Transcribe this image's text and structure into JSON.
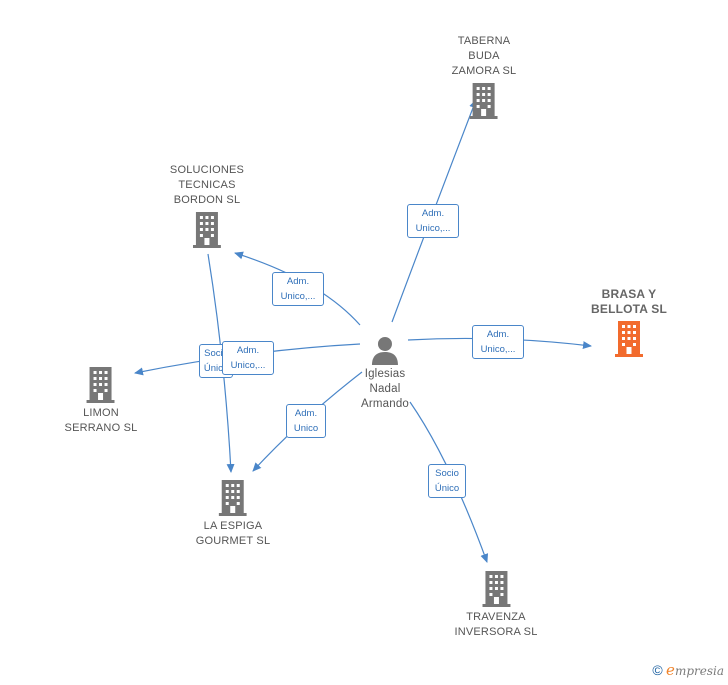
{
  "colors": {
    "edge": "#4a86c9",
    "building": "#777777",
    "main_building": "#f26b2d"
  },
  "center": {
    "name": "Iglesias\nNadal\nArmando",
    "icon": "person-icon"
  },
  "companies": [
    {
      "id": "taberna",
      "name": "TABERNA\nBUDA\nZAMORA  SL",
      "icon": "building-icon"
    },
    {
      "id": "soluciones",
      "name": "SOLUCIONES\nTECNICAS\nBORDON  SL",
      "icon": "building-icon"
    },
    {
      "id": "brasa",
      "name": "BRASA Y\nBELLOTA  SL",
      "icon": "building-icon",
      "main": true
    },
    {
      "id": "limon",
      "name": "LIMON\nSERRANO  SL",
      "icon": "building-icon"
    },
    {
      "id": "espiga",
      "name": "LA ESPIGA\nGOURMET  SL",
      "icon": "building-icon"
    },
    {
      "id": "travenza",
      "name": "TRAVENZA\nINVERSORA  SL",
      "icon": "building-icon"
    }
  ],
  "edges": [
    {
      "id": "e-taberna",
      "label": "Adm.\nUnico,..."
    },
    {
      "id": "e-soluciones",
      "label": "Adm.\nUnico,..."
    },
    {
      "id": "e-brasa",
      "label": "Adm.\nUnico,..."
    },
    {
      "id": "e-limon-socio",
      "label": "Socio\nÚnico"
    },
    {
      "id": "e-limon",
      "label": "Adm.\nUnico,..."
    },
    {
      "id": "e-espiga",
      "label": "Adm.\nUnico"
    },
    {
      "id": "e-travenza",
      "label": "Socio\nÚnico"
    }
  ],
  "brand": {
    "copyright": "©",
    "e": "e",
    "rest": "mpresia"
  }
}
